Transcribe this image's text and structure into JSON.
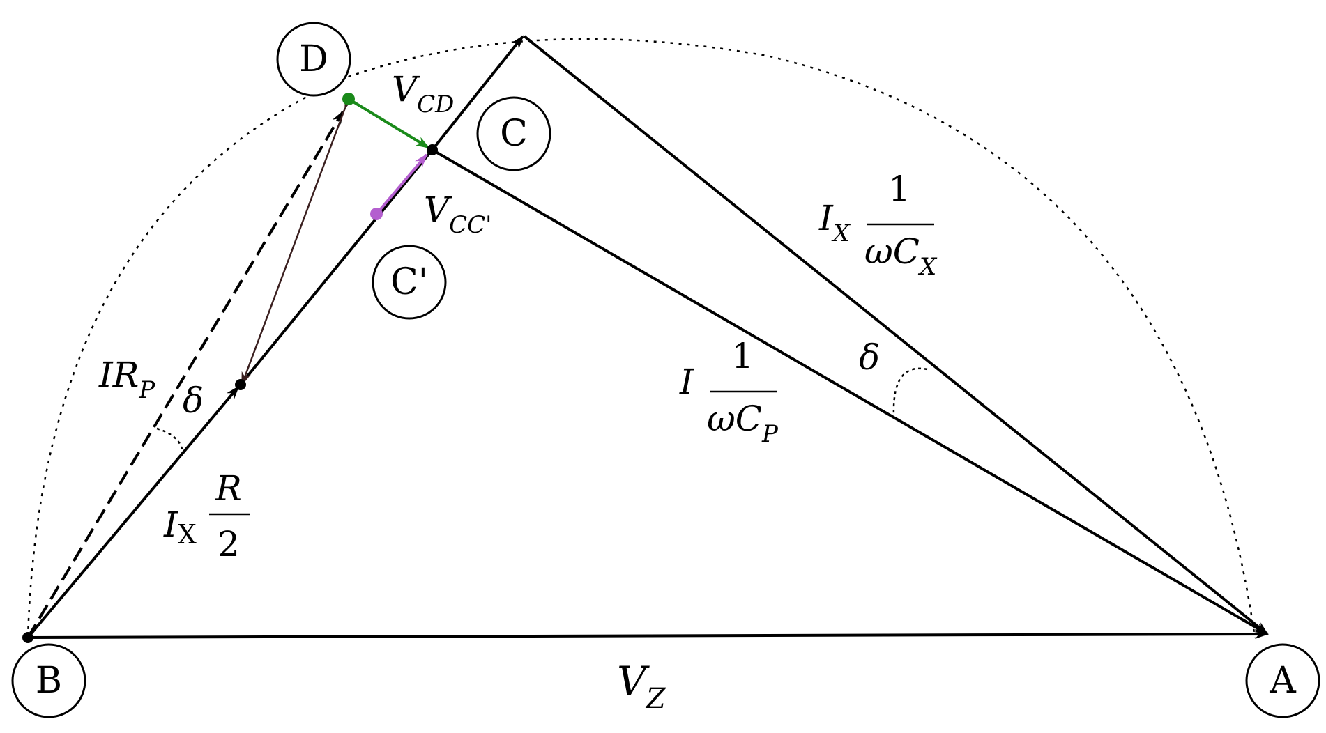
{
  "nodes": {
    "A": "A",
    "B": "B",
    "C": "C",
    "C_prime": "C'",
    "D": "D"
  },
  "labels": {
    "v_cd": {
      "main": "V",
      "sub": "CD"
    },
    "v_cc": {
      "main": "V",
      "sub": "CC'"
    },
    "v_z": {
      "main": "V",
      "sub": "Z"
    },
    "ir_p": {
      "main": "IR",
      "sub": "P"
    },
    "delta": "δ",
    "ix_r2": {
      "prefix_main": "I",
      "prefix_sub": "X",
      "numerator": "R",
      "denominator": "2"
    },
    "ix_cx": {
      "prefix_main": "I",
      "prefix_sub": "X",
      "numerator": "1",
      "denominator_main": "ωC",
      "denominator_sub": "X"
    },
    "i_cp": {
      "prefix": "I",
      "numerator": "1",
      "denominator_main": "ωC",
      "denominator_sub": "P"
    }
  },
  "colors": {
    "main": "#000000",
    "v_cd_arrow": "#1a8a1a",
    "v_cc_arrow": "#b45fcf",
    "ir_arrow": "#3a1f1f"
  }
}
